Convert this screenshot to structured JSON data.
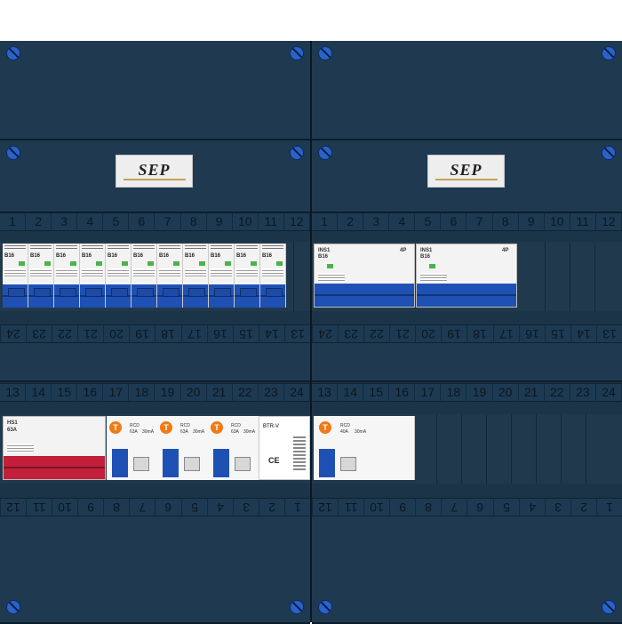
{
  "brand": {
    "logo_text": "SEP",
    "device_logo_text": "SEP"
  },
  "colors": {
    "panel": "#1c3448",
    "cover": "#1f3a50",
    "screw": "#2a63c8",
    "breaker_blue": "#1f51b5",
    "main_switch_red": "#c21f3a",
    "test_button_orange": "#f07a16",
    "led_green": "#4ab34a"
  },
  "rows": {
    "top_numbers": [
      "1",
      "2",
      "3",
      "4",
      "5",
      "6",
      "7",
      "8",
      "9",
      "10",
      "11",
      "12"
    ],
    "mid_numbers": [
      "24",
      "23",
      "22",
      "21",
      "20",
      "19",
      "18",
      "17",
      "16",
      "15",
      "14",
      "13"
    ],
    "lower_numbers": [
      "13",
      "14",
      "15",
      "16",
      "17",
      "18",
      "19",
      "20",
      "21",
      "22",
      "23",
      "24"
    ],
    "bottom_numbers": [
      "12",
      "11",
      "10",
      "9",
      "8",
      "7",
      "6",
      "5",
      "4",
      "3",
      "2",
      "1"
    ]
  },
  "left": {
    "breakers_top": [
      "B16",
      "B16",
      "B16",
      "B16",
      "B16",
      "B16",
      "B16",
      "B16",
      "B16",
      "B16",
      "B16"
    ],
    "main_switch_label": "HS1",
    "main_switch_rating": "63A",
    "rcds": [
      {
        "name": "RCD",
        "rating": "63A",
        "sensitivity": "30mA",
        "test_label": "T"
      },
      {
        "name": "RCD",
        "rating": "63A",
        "sensitivity": "30mA",
        "test_label": "T"
      },
      {
        "name": "RCD",
        "rating": "63A",
        "sensitivity": "30mA",
        "test_label": "T"
      }
    ],
    "transformer_label": "BTR-V",
    "ce_mark": "CE"
  },
  "right": {
    "rcbo_groups": [
      {
        "label": "INS1",
        "rating": "B16",
        "poles": "4P"
      },
      {
        "label": "INS1",
        "rating": "B16",
        "poles": "4P"
      }
    ],
    "rcd": {
      "name": "RCD",
      "rating": "40A",
      "sensitivity": "30mA",
      "test_label": "T"
    }
  }
}
